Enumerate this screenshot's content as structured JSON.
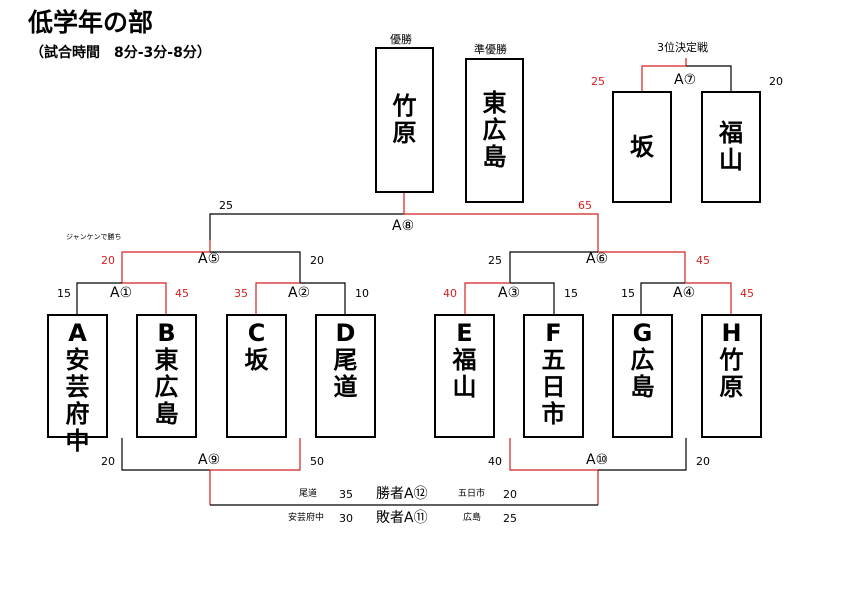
{
  "title": "低学年の部",
  "subtitle": "（試合時間　8分-3分-8分）",
  "colors": {
    "line": "#000000",
    "winner_line": "#d42020",
    "winner_score": "#d42020"
  },
  "podium": {
    "champion_label": "優勝",
    "champion": [
      "竹",
      "原"
    ],
    "runner_up_label": "準優勝",
    "runner_up": [
      "東",
      "広",
      "島"
    ]
  },
  "third_place": {
    "label": "3位決定戦",
    "match": "A⑦",
    "left_team": [
      "坂"
    ],
    "right_team": [
      "福",
      "山"
    ],
    "left_score": "25",
    "right_score": "20"
  },
  "teams": [
    {
      "letter": "A",
      "name": [
        "安",
        "芸",
        "府",
        "中"
      ]
    },
    {
      "letter": "B",
      "name": [
        "東",
        "広",
        "島"
      ]
    },
    {
      "letter": "C",
      "name": [
        "坂"
      ]
    },
    {
      "letter": "D",
      "name": [
        "尾",
        "道"
      ]
    },
    {
      "letter": "E",
      "name": [
        "福",
        "山"
      ]
    },
    {
      "letter": "F",
      "name": [
        "五",
        "日",
        "市"
      ]
    },
    {
      "letter": "G",
      "name": [
        "広",
        "島"
      ]
    },
    {
      "letter": "H",
      "name": [
        "竹",
        "原"
      ]
    }
  ],
  "matches": {
    "m1": {
      "label": "A①",
      "left": "15",
      "right": "45"
    },
    "m2": {
      "label": "A②",
      "left": "35",
      "right": "10"
    },
    "m3": {
      "label": "A③",
      "left": "40",
      "right": "15"
    },
    "m4": {
      "label": "A④",
      "left": "15",
      "right": "45"
    },
    "m5": {
      "label": "A⑤",
      "left": "20",
      "right": "20",
      "note": "ジャンケンで勝ち"
    },
    "m6": {
      "label": "A⑥",
      "left": "25",
      "right": "45"
    },
    "m8": {
      "label": "A⑧",
      "left": "25",
      "right": "65"
    },
    "m9": {
      "label": "A⑨",
      "left": "20",
      "right": "50"
    },
    "m10": {
      "label": "A⑩",
      "left": "40",
      "right": "20"
    }
  },
  "consolation": {
    "winners": {
      "label": "勝者A⑫",
      "left_team": "尾道",
      "left_score": "35",
      "right_team": "五日市",
      "right_score": "20"
    },
    "losers": {
      "label": "敗者A⑪",
      "left_team": "安芸府中",
      "left_score": "30",
      "right_team": "広島",
      "right_score": "25"
    }
  }
}
